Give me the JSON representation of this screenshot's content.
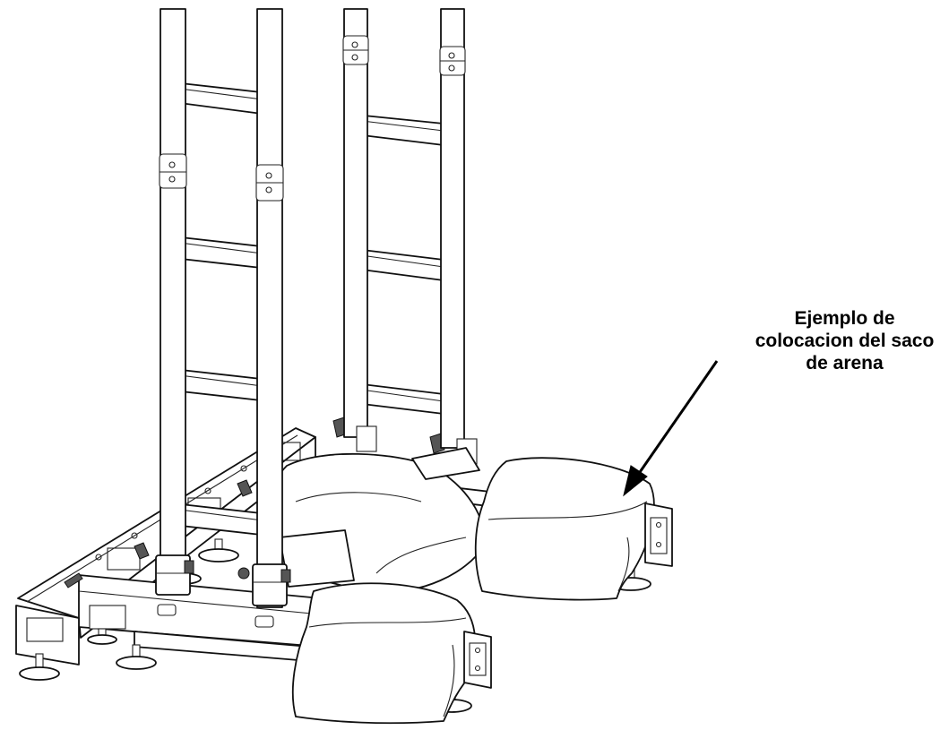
{
  "callout": {
    "lines": [
      "Ejemplo de",
      "colocacion del saco",
      "de arena"
    ]
  },
  "colors": {
    "ink": "#111111",
    "paper": "#ffffff"
  }
}
